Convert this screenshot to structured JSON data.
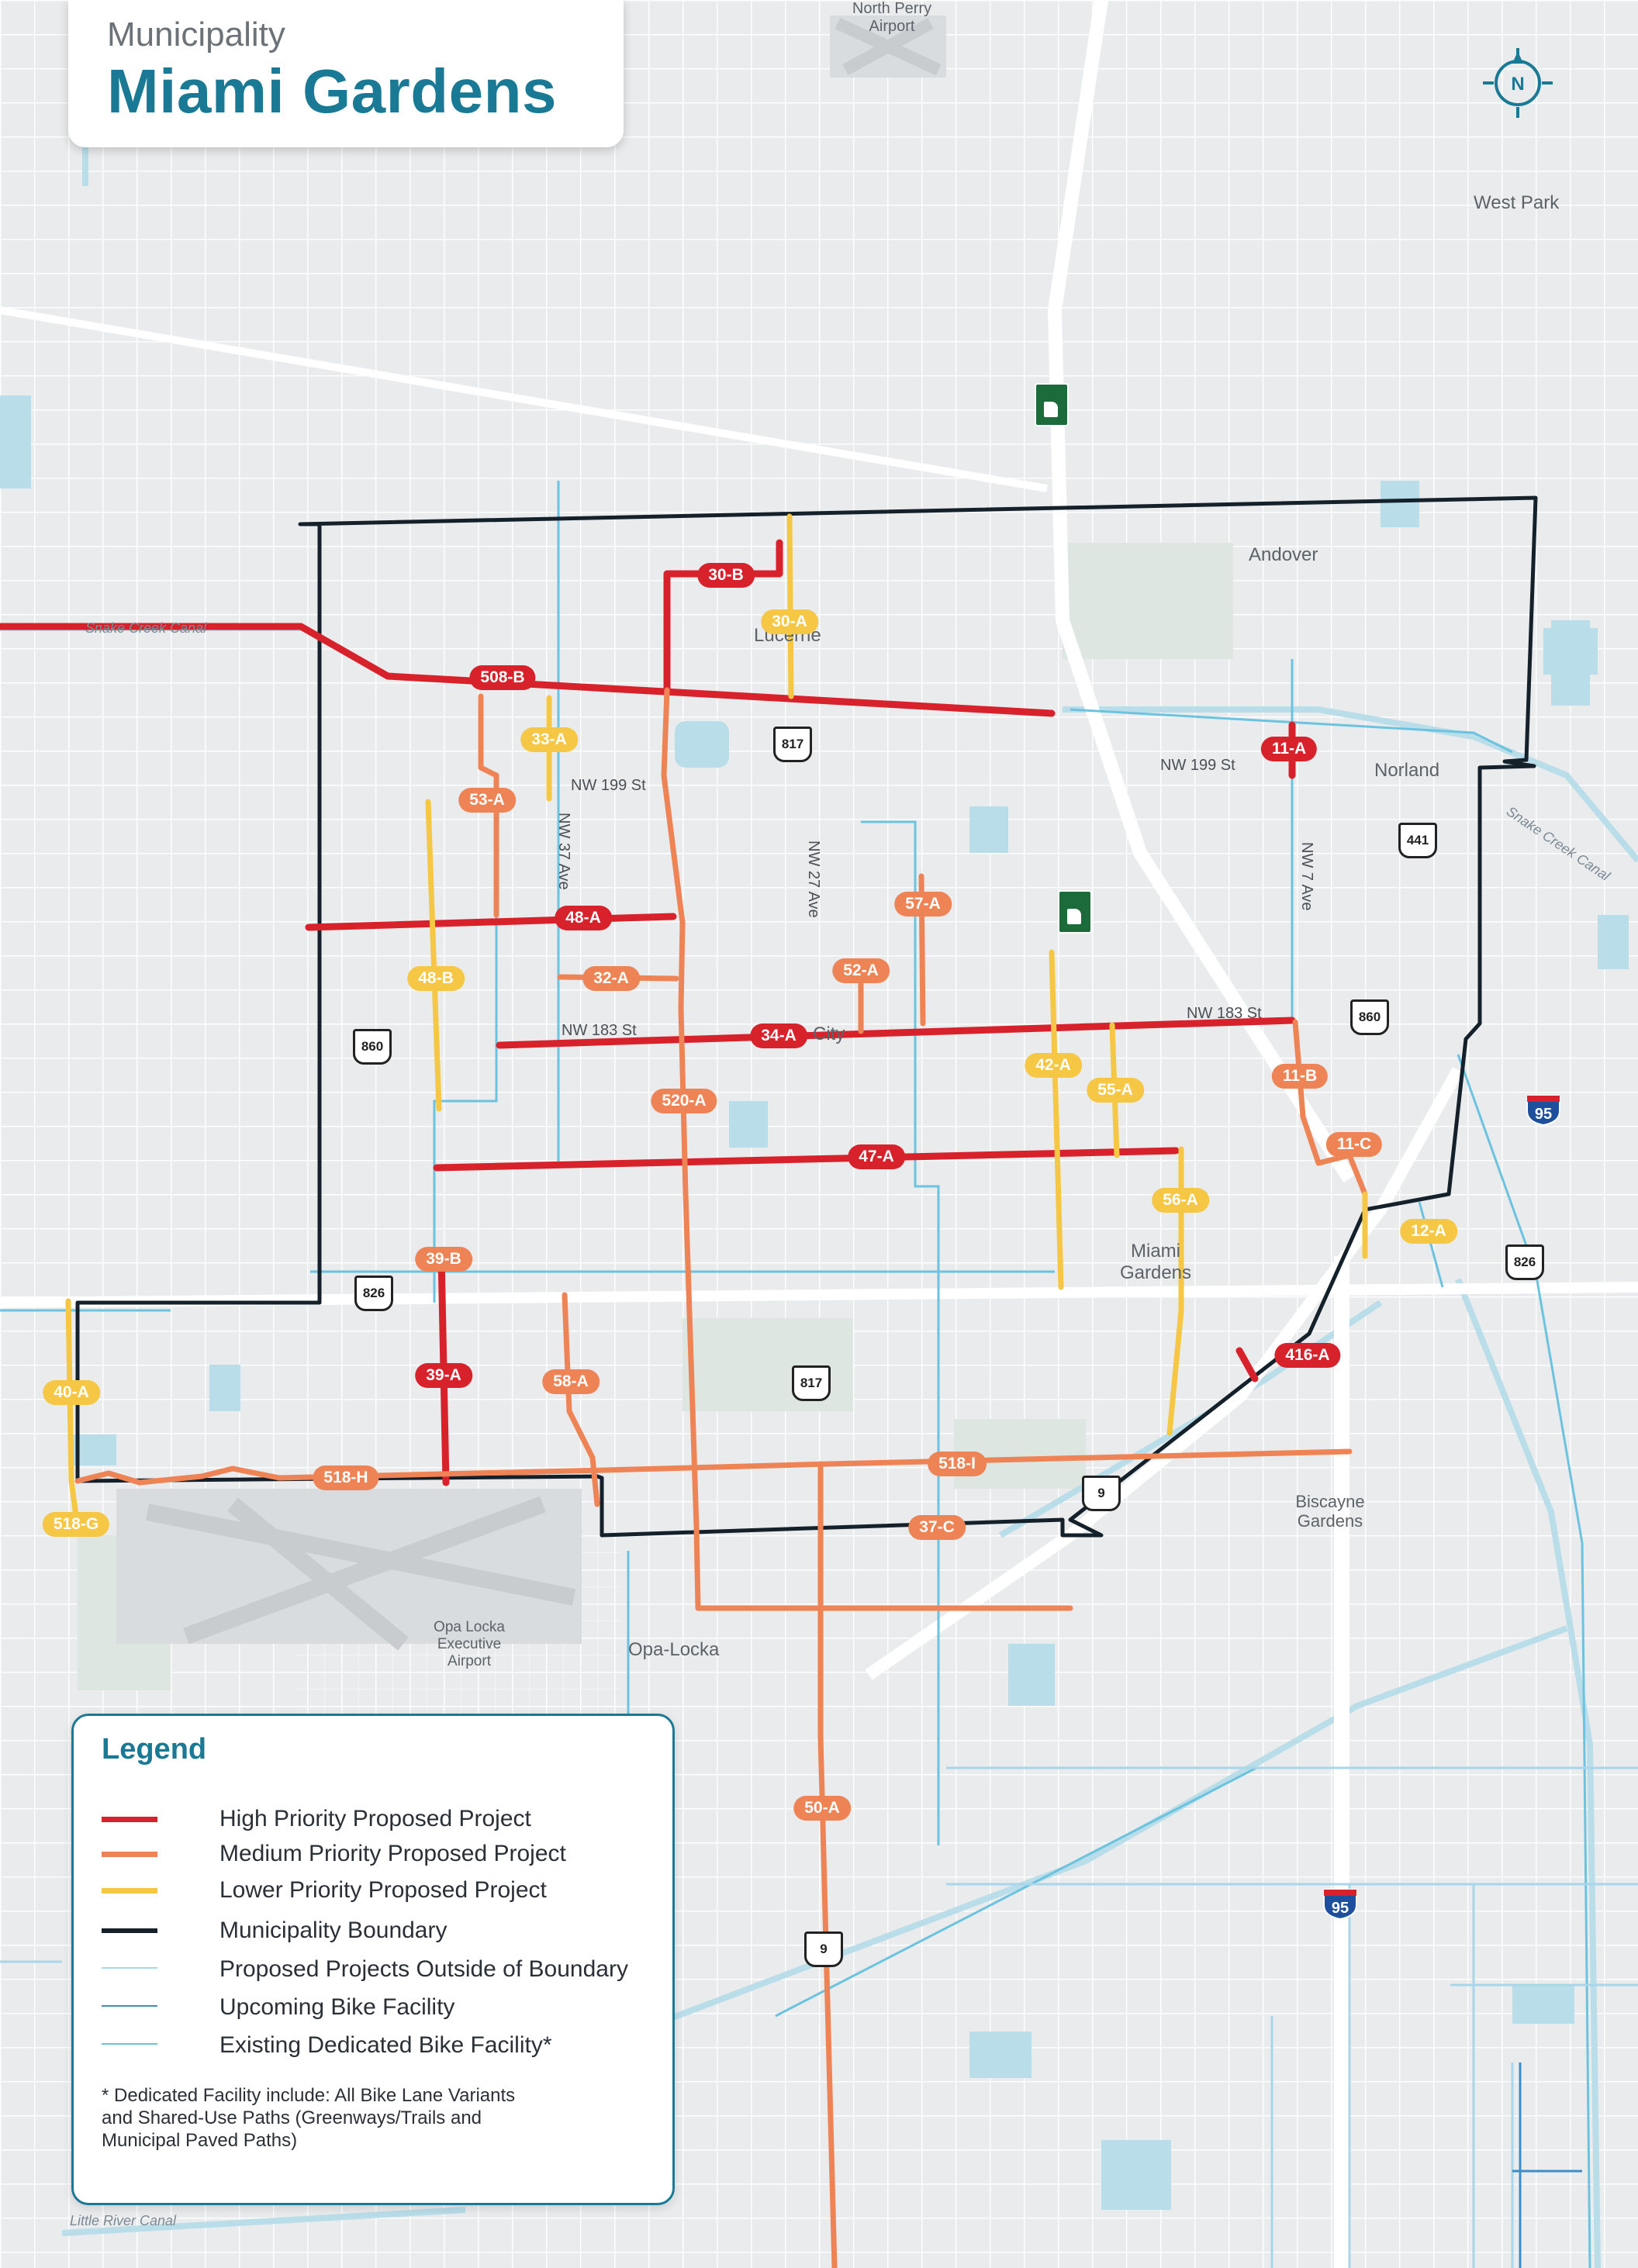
{
  "header": {
    "subtitle": "Municipality",
    "title": "Miami Gardens"
  },
  "compass": {
    "letter": "N"
  },
  "places": {
    "north_perry": "North Perry\nAirport",
    "west_park": "West Park",
    "andover": "Andover",
    "lucerne": "Lucerne",
    "norland": "Norland",
    "city": "City",
    "miami_gardens": "Miami\nGardens",
    "biscayne_gardens": "Biscayne\nGardens",
    "opa_locka_airport": "Opa Locka\nExecutive\nAirport",
    "opa_locka": "Opa-Locka"
  },
  "roads": {
    "nw199_w": "NW 199 St",
    "nw199_e": "NW 199 St",
    "nw183_w": "NW 183 St",
    "nw183_e": "NW 183 St",
    "nw37": "NW 37 Ave",
    "nw27": "NW 27 Ave",
    "nw7": "NW 7 Ave"
  },
  "canals": {
    "snake_w": "Snake Creek Canal",
    "snake_e": "Snake Creek Canal",
    "little_river": "Little River Canal"
  },
  "shields": {
    "s817a": "817",
    "s817b": "817",
    "s860a": "860",
    "s860b": "860",
    "s826a": "826",
    "s826b": "826",
    "s441": "441",
    "s9a": "9",
    "s9b": "9",
    "i95a": "95",
    "i95b": "95"
  },
  "colors": {
    "high": "#d7222c",
    "medium": "#ee8455",
    "lower": "#f6c744",
    "boundary": "#14202a",
    "outside": "#a8d6ea",
    "upcoming": "#3d8ec7",
    "existing": "#6cc3e0",
    "water": "#b9dde9",
    "park": "#dde6e0"
  },
  "projects": [
    {
      "id": "30-B",
      "priority": "high"
    },
    {
      "id": "30-A",
      "priority": "lower"
    },
    {
      "id": "508-B",
      "priority": "high"
    },
    {
      "id": "33-A",
      "priority": "lower"
    },
    {
      "id": "11-A",
      "priority": "high"
    },
    {
      "id": "53-A",
      "priority": "medium"
    },
    {
      "id": "57-A",
      "priority": "medium"
    },
    {
      "id": "48-A",
      "priority": "high"
    },
    {
      "id": "48-B",
      "priority": "lower"
    },
    {
      "id": "32-A",
      "priority": "medium"
    },
    {
      "id": "52-A",
      "priority": "medium"
    },
    {
      "id": "34-A",
      "priority": "high"
    },
    {
      "id": "42-A",
      "priority": "lower"
    },
    {
      "id": "55-A",
      "priority": "lower"
    },
    {
      "id": "11-B",
      "priority": "medium"
    },
    {
      "id": "520-A",
      "priority": "medium"
    },
    {
      "id": "11-C",
      "priority": "medium"
    },
    {
      "id": "47-A",
      "priority": "high"
    },
    {
      "id": "56-A",
      "priority": "lower"
    },
    {
      "id": "12-A",
      "priority": "lower"
    },
    {
      "id": "39-B",
      "priority": "medium"
    },
    {
      "id": "416-A",
      "priority": "high"
    },
    {
      "id": "39-A",
      "priority": "high"
    },
    {
      "id": "58-A",
      "priority": "medium"
    },
    {
      "id": "40-A",
      "priority": "lower"
    },
    {
      "id": "518-I",
      "priority": "medium"
    },
    {
      "id": "518-H",
      "priority": "medium"
    },
    {
      "id": "37-C",
      "priority": "medium"
    },
    {
      "id": "518-G",
      "priority": "lower"
    },
    {
      "id": "50-A",
      "priority": "medium"
    }
  ],
  "legend": {
    "title": "Legend",
    "items": [
      {
        "label": "High Priority Proposed Project",
        "color": "#d7222c"
      },
      {
        "label": "Medium Priority Proposed Project",
        "color": "#ee8455"
      },
      {
        "label": "Lower Priority Proposed Project",
        "color": "#f6c744"
      },
      {
        "label": "Municipality Boundary",
        "color": "#14202a"
      },
      {
        "label": "Proposed Projects Outside of Boundary",
        "color": "#a8d6ea"
      },
      {
        "label": "Upcoming Bike Facility",
        "color": "#3d8ec7"
      },
      {
        "label": "Existing Dedicated Bike Facility*",
        "color": "#6cc3e0"
      }
    ],
    "note": "* Dedicated Facility include: All Bike Lane Variants\n  and Shared-Use Paths (Greenways/Trails and\n  Municipal Paved Paths)"
  }
}
